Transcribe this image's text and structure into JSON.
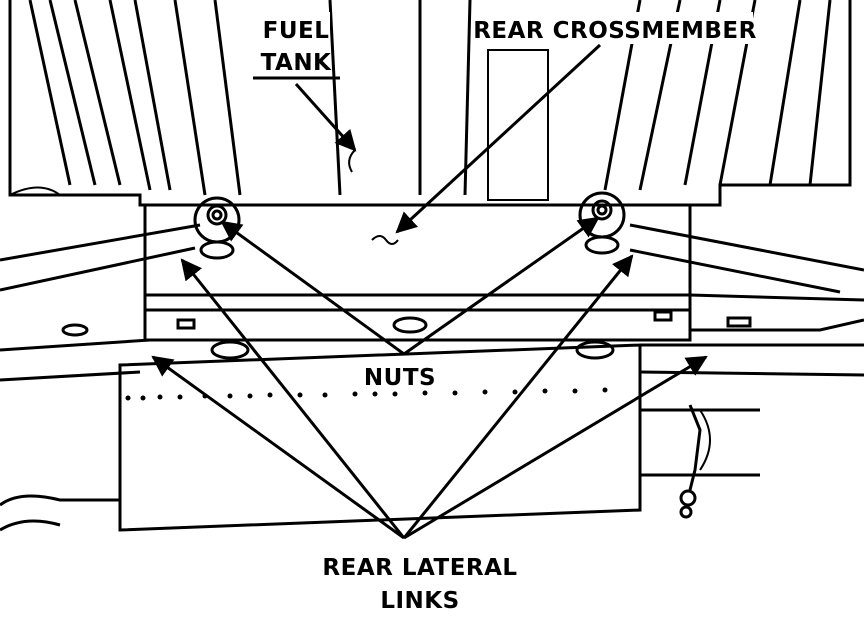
{
  "diagram": {
    "labels": {
      "fuel_tank_line1": "FUEL",
      "fuel_tank_line2": "TANK",
      "rear_crossmember": "REAR CROSSMEMBER",
      "nuts": "NUTS",
      "rear_lateral_links_line1": "REAR LATERAL",
      "rear_lateral_links_line2": "LINKS"
    },
    "colors": {
      "ink": "#000000",
      "paper": "#ffffff"
    }
  }
}
